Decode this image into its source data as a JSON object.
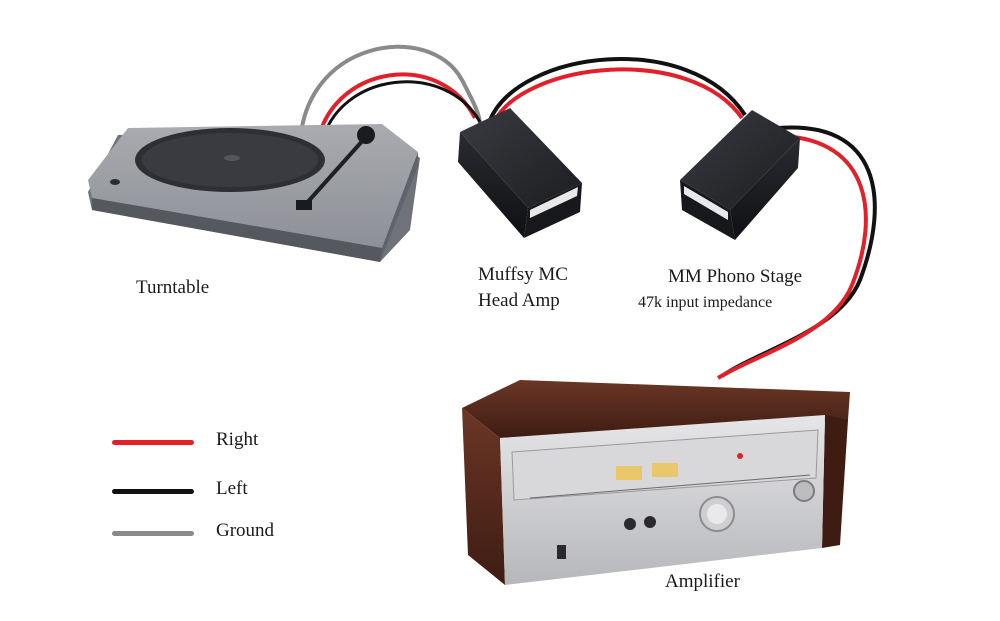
{
  "devices": {
    "turntable": {
      "label": "Turntable"
    },
    "head_amp": {
      "line1": "Muffsy MC",
      "line2": "Head Amp"
    },
    "phono_stage": {
      "line1": "MM Phono Stage",
      "line2": "47k input impedance"
    },
    "amplifier": {
      "label": "Amplifier"
    }
  },
  "legend": [
    {
      "label": "Right",
      "color": "#e3202a"
    },
    {
      "label": "Left",
      "color": "#111111"
    },
    {
      "label": "Ground",
      "color": "#8a8a8a"
    }
  ],
  "colors": {
    "right": "#e3202a",
    "left": "#111111",
    "ground": "#8a8a8a",
    "wood": "#5a2c1e",
    "silver": "#c9c9cb",
    "box": "#222226"
  }
}
